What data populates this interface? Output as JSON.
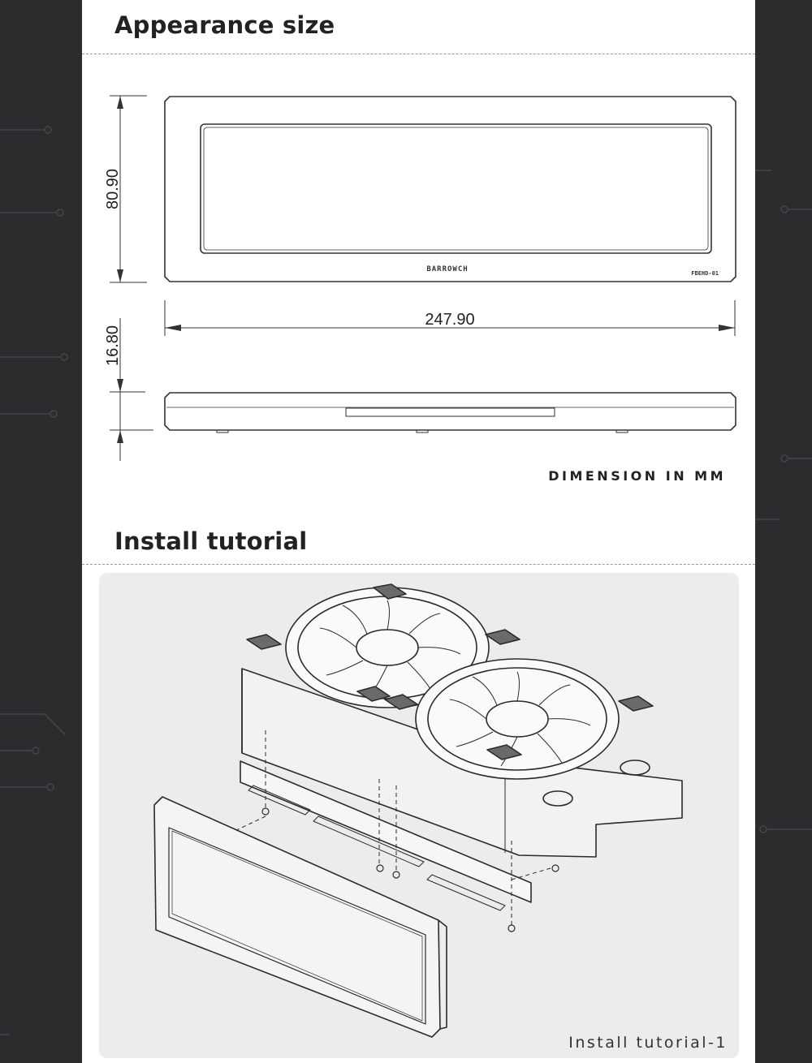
{
  "appearance": {
    "title": "Appearance size",
    "height_label": "80.90",
    "width_label": "247.90",
    "depth_label": "16.80",
    "brand_mark": "BARROWCH",
    "model_code": "FBEHD-01",
    "units_caption": "DIMENSION IN MM"
  },
  "install": {
    "title": "Install tutorial",
    "caption": "Install tutorial-1"
  },
  "colors": {
    "side_background": "#2c2c2e",
    "page_background": "#ffffff",
    "panel_background": "#ececec",
    "line": "#333333"
  }
}
